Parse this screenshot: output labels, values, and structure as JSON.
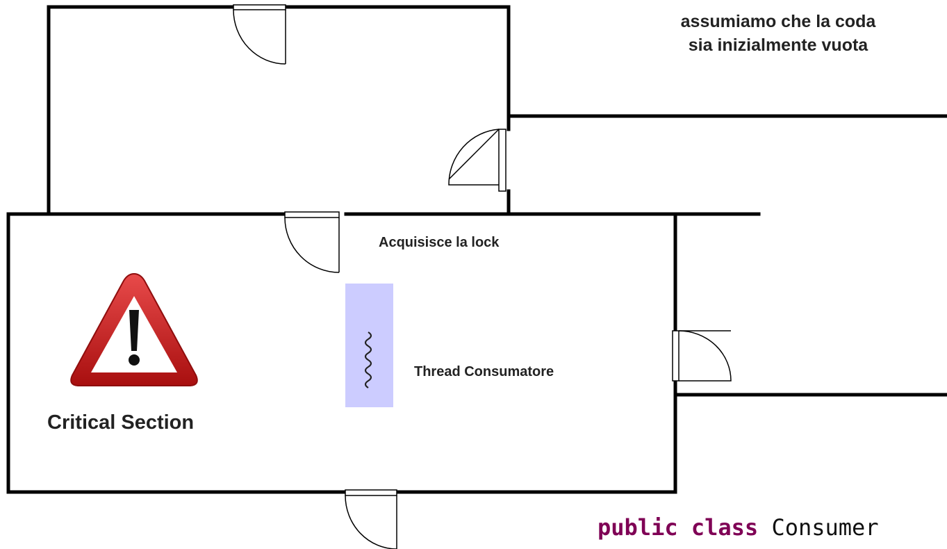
{
  "note": {
    "line1": "assumiamo che la coda",
    "line2": "sia inizialmente vuota"
  },
  "labels": {
    "acquire": "Acquisisce la lock",
    "thread": "Thread Consumatore",
    "critical": "Critical Section"
  },
  "code": {
    "keyword1": "public",
    "keyword2": "class",
    "identifier": "Consumer"
  },
  "colors": {
    "wall": "#000000",
    "thread_box": "#ccccff",
    "warning_red": "#cc1f1f",
    "keyword": "#7f0055"
  },
  "icons": [
    "warning-triangle-icon",
    "thread-squiggle-icon"
  ]
}
